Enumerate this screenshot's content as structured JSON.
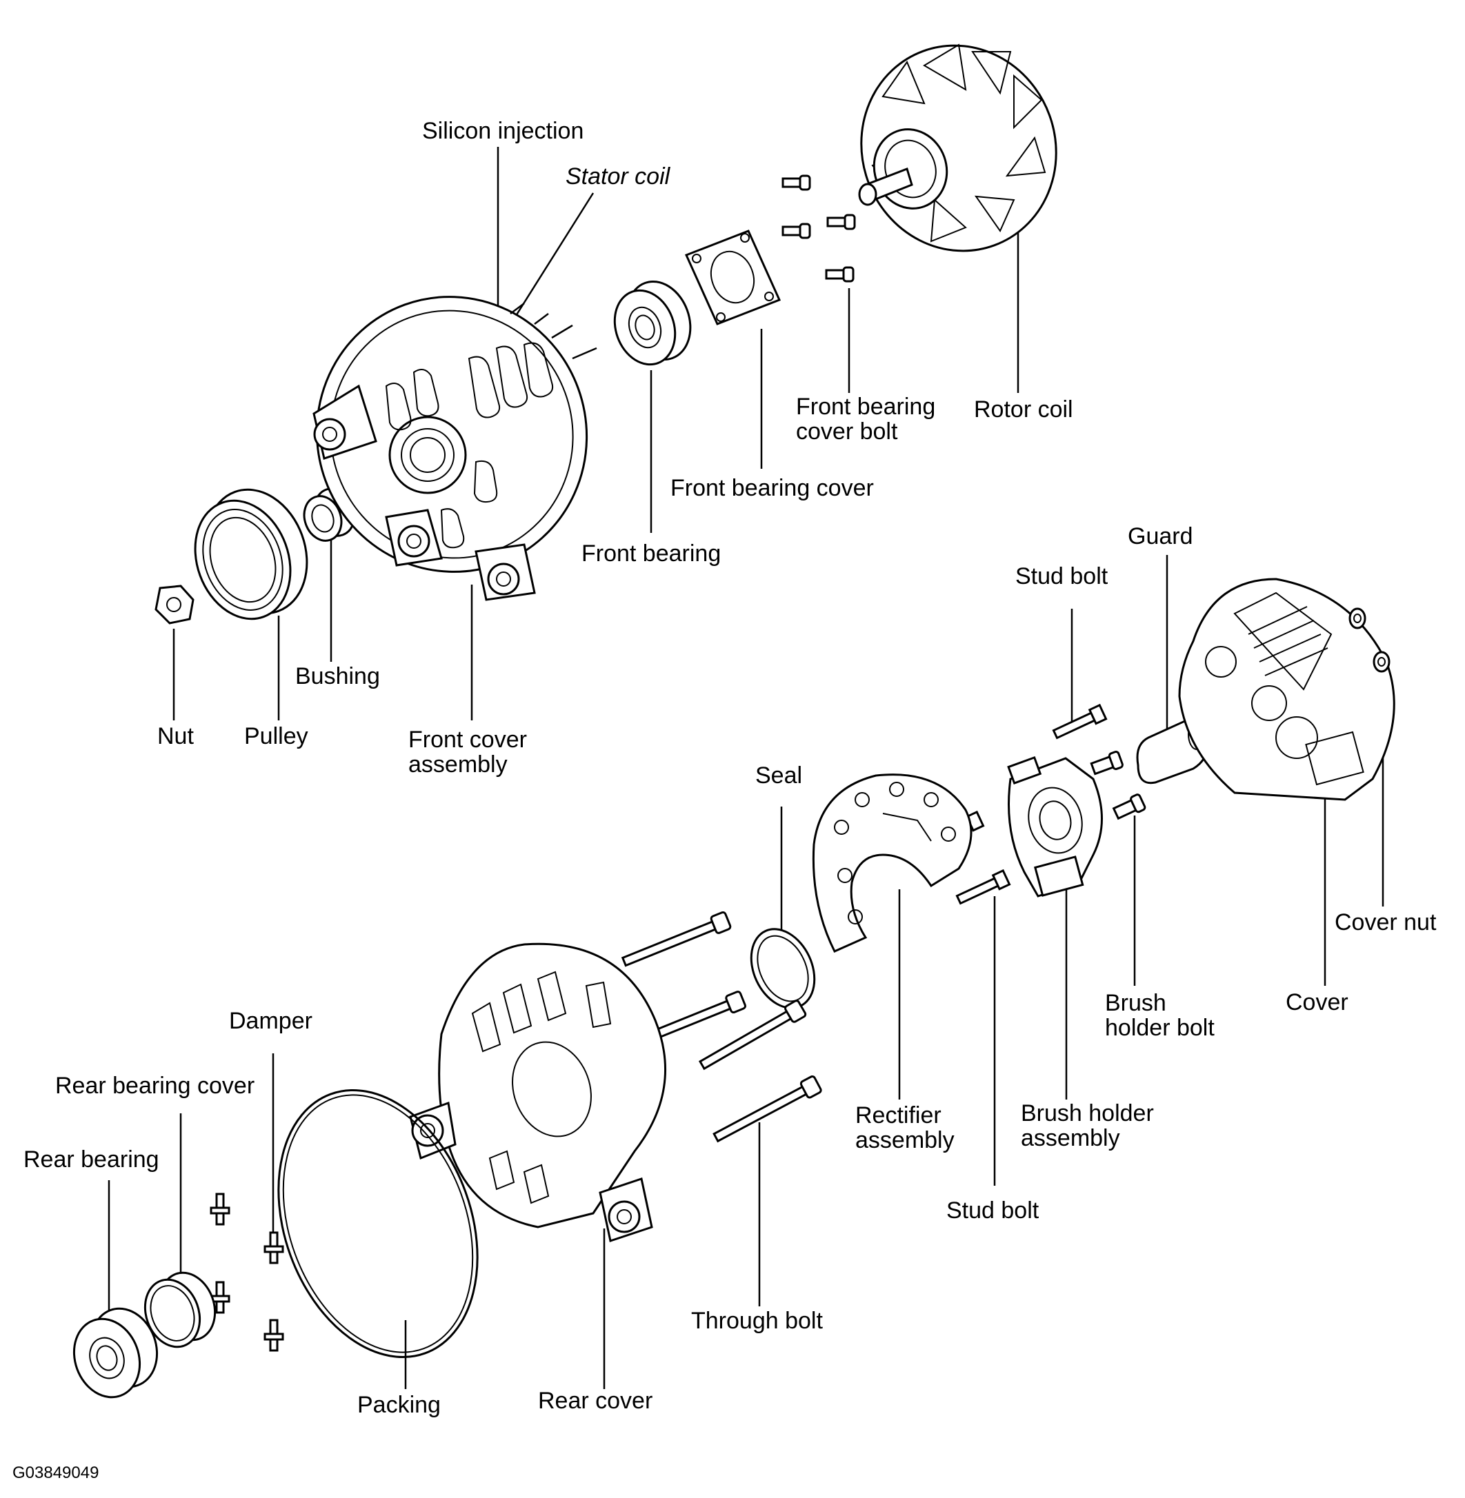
{
  "labels": {
    "silicon_injection": "Silicon injection",
    "stator_coil": "Stator coil",
    "front_bearing_cover_bolt_1": "Front bearing",
    "front_bearing_cover_bolt_2": "cover bolt",
    "rotor_coil": "Rotor coil",
    "front_bearing_cover": "Front bearing cover",
    "front_bearing": "Front bearing",
    "nut": "Nut",
    "pulley": "Pulley",
    "bushing": "Bushing",
    "front_cover_assembly_1": "Front cover",
    "front_cover_assembly_2": "assembly",
    "guard": "Guard",
    "stud_bolt_top": "Stud bolt",
    "seal": "Seal",
    "cover_nut": "Cover nut",
    "cover": "Cover",
    "brush_holder_bolt_1": "Brush",
    "brush_holder_bolt_2": "holder bolt",
    "damper": "Damper",
    "rear_bearing_cover": "Rear bearing cover",
    "rear_bearing": "Rear bearing",
    "rectifier_assembly_1": "Rectifier",
    "rectifier_assembly_2": "assembly",
    "brush_holder_assembly_1": "Brush holder",
    "brush_holder_assembly_2": "assembly",
    "stud_bolt_bottom": "Stud bolt",
    "through_bolt": "Through bolt",
    "packing": "Packing",
    "rear_cover": "Rear cover",
    "figure_id": "G03849049"
  }
}
